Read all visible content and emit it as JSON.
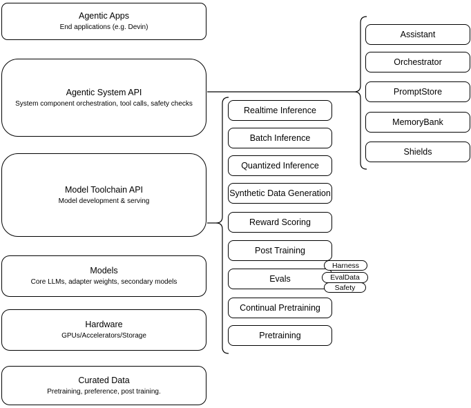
{
  "diagram": {
    "left_stack": [
      {
        "title": "Agentic Apps",
        "subtitle": "End applications (e.g. Devin)"
      },
      {
        "title": "Agentic System API",
        "subtitle": "System component orchestration, tool calls, safety checks"
      },
      {
        "title": "Model Toolchain API",
        "subtitle": "Model development & serving"
      },
      {
        "title": "Models",
        "subtitle": "Core LLMs, adapter weights, secondary models"
      },
      {
        "title": "Hardware",
        "subtitle": "GPUs/Accelerators/Storage"
      },
      {
        "title": "Curated Data",
        "subtitle": "Pretraining, preference, post training."
      }
    ],
    "toolchain_components": [
      "Realtime Inference",
      "Batch Inference",
      "Quantized Inference",
      "Synthetic Data Generation",
      "Reward Scoring",
      "Post Training",
      "Evals",
      "Continual Pretraining",
      "Pretraining"
    ],
    "eval_tags": [
      "Harness",
      "EvalData",
      "Safety"
    ],
    "system_components": [
      "Assistant",
      "Orchestrator",
      "PromptStore",
      "MemoryBank",
      "Shields"
    ],
    "colors": {
      "stroke": "#000000",
      "fill": "#ffffff",
      "text": "#000000"
    }
  }
}
